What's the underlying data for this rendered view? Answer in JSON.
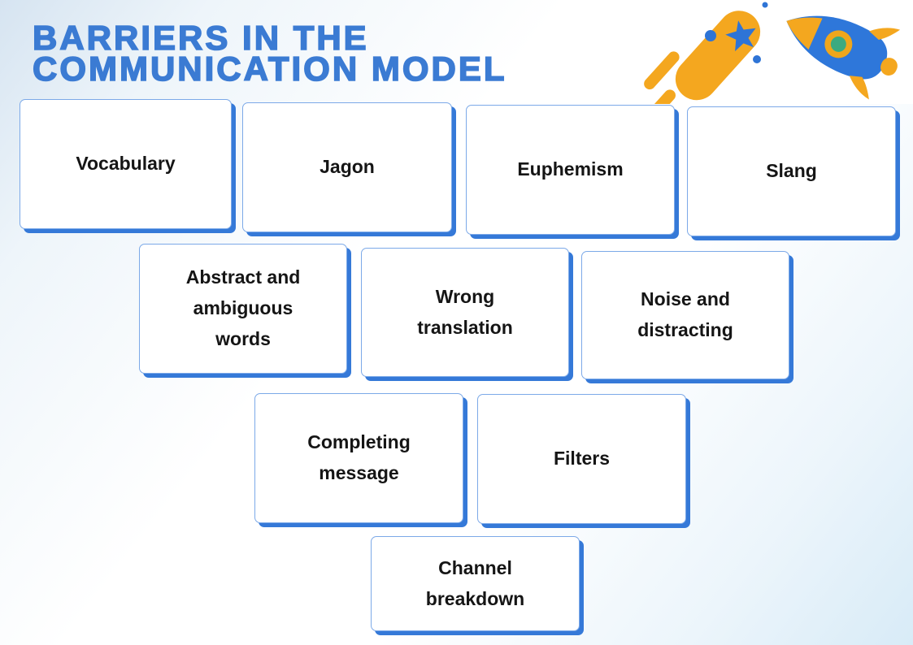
{
  "title": {
    "line1": "BARRIERS IN THE",
    "line2": "COMMUNICATION MODEL"
  },
  "boxes": [
    {
      "id": "vocabulary",
      "label": "Vocabulary"
    },
    {
      "id": "jagon",
      "label": "Jagon"
    },
    {
      "id": "euphemism",
      "label": "Euphemism"
    },
    {
      "id": "slang",
      "label": "Slang"
    },
    {
      "id": "abstract-ambiguous-words",
      "label": "Abstract and\nambiguous\nwords"
    },
    {
      "id": "wrong-translation",
      "label": "Wrong\ntranslation"
    },
    {
      "id": "noise-distracting",
      "label": "Noise and\ndistracting"
    },
    {
      "id": "completing-message",
      "label": "Completing\nmessage"
    },
    {
      "id": "filters",
      "label": "Filters"
    },
    {
      "id": "channel-breakdown",
      "label": "Channel\nbreakdown"
    }
  ],
  "decorations": [
    {
      "name": "comet-icon"
    },
    {
      "name": "rocket-icon"
    }
  ],
  "colors": {
    "title_blue": "#3b7bd3",
    "box_border": "#7ca9e8",
    "box_shadow": "#3579d8",
    "box_text": "#151515",
    "illustration_yellow": "#f4a71f",
    "illustration_blue": "#2e74d6",
    "rocket_body_blue": "#2e77da",
    "window_ring_yellow": "#efa61c",
    "window_green": "#3caa80",
    "background_tint": "#d6e4f1"
  }
}
